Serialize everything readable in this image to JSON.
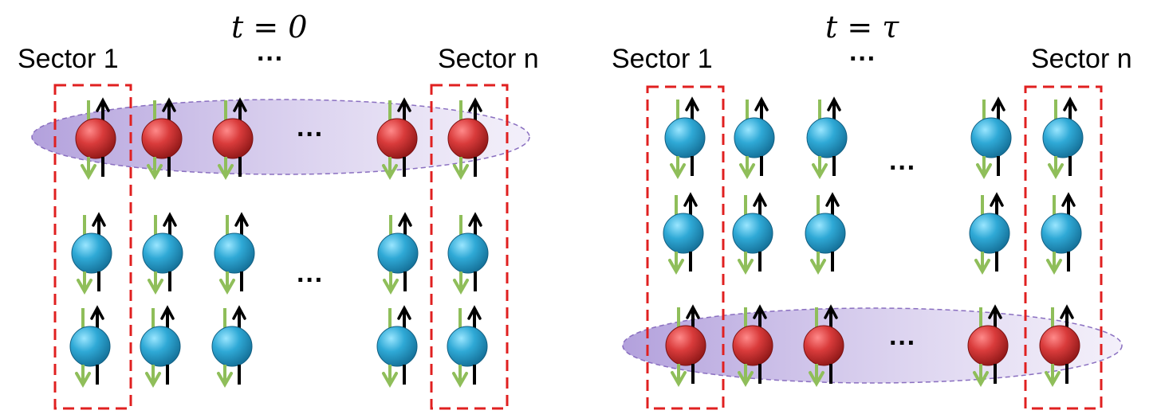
{
  "panels": [
    {
      "id": "t0",
      "time_label": "t = 0",
      "sector_first_label": "Sector 1",
      "sector_last_label": "Sector n",
      "top_ellipsis": "···",
      "row_ellipses": [
        "···",
        "···"
      ],
      "rows": [
        {
          "particle": "red",
          "entangled": true
        },
        {
          "particle": "blue",
          "entangled": false
        },
        {
          "particle": "blue",
          "entangled": false
        }
      ]
    },
    {
      "id": "ttau",
      "time_label": "t = τ",
      "sector_first_label": "Sector 1",
      "sector_last_label": "Sector n",
      "top_ellipsis": "···",
      "row_ellipses": [
        "···",
        "···"
      ],
      "rows": [
        {
          "particle": "blue",
          "entangled": false
        },
        {
          "particle": "blue",
          "entangled": false
        },
        {
          "particle": "red",
          "entangled": true
        }
      ]
    }
  ],
  "colors": {
    "red_particle": "#d93b3b",
    "blue_particle": "#2fa9d6",
    "ellipse_fill": "#b9a6dc",
    "ellipse_stroke": "#8a6fc0",
    "sector_box": "#e02020",
    "spin_down_arrow": "#8fbe5a",
    "spin_up_arrow": "#000000"
  }
}
